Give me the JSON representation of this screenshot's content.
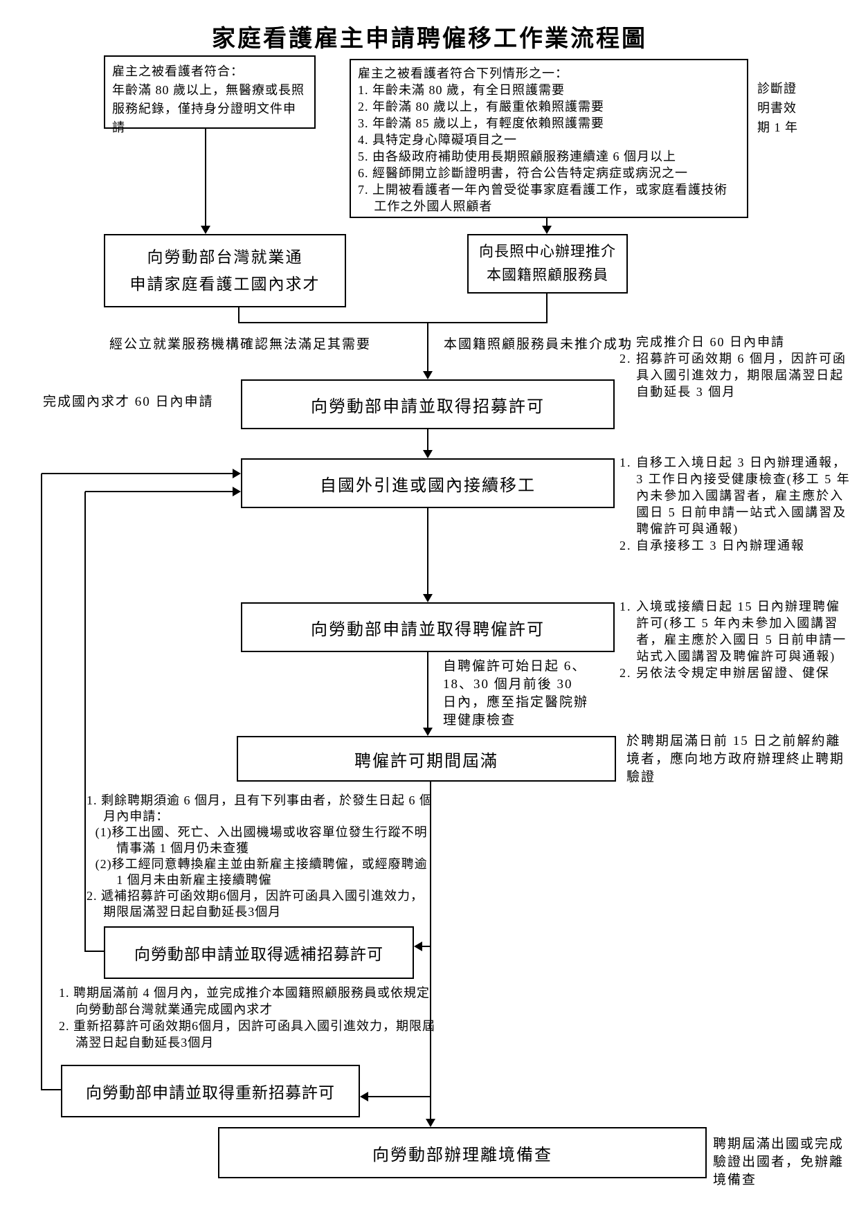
{
  "title": "家庭看護雇主申請聘僱移工作業流程圖",
  "box_simple_criteria": {
    "header": "雇主之被看護者符合：",
    "body": "年齡滿 80 歲以上，無醫療或長照服務紀錄，僅持身分證明文件申請"
  },
  "box_conditions": {
    "header": "雇主之被看護者符合下列情形之一：",
    "items": [
      "1. 年齡未滿 80 歲，有全日照護需要",
      "2. 年齡滿 80 歲以上，有嚴重依賴照護需要",
      "3. 年齡滿 85 歲以上，有輕度依賴照護需要",
      "4. 具特定身心障礙項目之一",
      "5. 由各級政府補助使用長期照顧服務連續達 6 個月以上",
      "6. 經醫師開立診斷證明書，符合公告特定病症或病況之一",
      "7. 上開被看護者一年內曾受從事家庭看護工作，或家庭看護技術工作之外國人照顧者"
    ]
  },
  "note_diagnosis_validity": "診斷證明書效期 1 年",
  "box_domestic_recruitment": {
    "line1": "向勞動部台灣就業通",
    "line2": "申請家庭看護工國內求才"
  },
  "box_ltc_referral": {
    "line1": "向長照中心辦理推介",
    "line2": "本國籍照顧服務員"
  },
  "branch_labels": {
    "left": "經公立就業服務機構確認無法滿足其需要",
    "right": "本國籍照顧服務員未推介成功"
  },
  "box_recruitment_permit": "向勞動部申請並取得招募許可",
  "label_apply_60days": "完成國內求才 60 日內申請",
  "note_recruitment_permit": {
    "item1": "1. 完成推介日 60 日內申請",
    "item2": "2. 招募許可函效期 6 個月，因許可函具入國引進效力，期限屆滿翌日起自動延長 3 個月"
  },
  "box_worker_entry": "自國外引進或國內接續移工",
  "note_worker_entry": {
    "item1": "1. 自移工入境日起 3 日內辦理通報，3 工作日內接受健康檢查(移工 5 年內未參加入國講習者，雇主應於入國日 5 日前申請一站式入國講習及聘僱許可與通報)",
    "item2": "2. 自承接移工 3 日內辦理通報"
  },
  "box_employment_permit": "向勞動部申請並取得聘僱許可",
  "note_employment_permit": {
    "item1": "1. 入境或接續日起 15 日內辦理聘僱許可(移工 5 年內未參加入國講習者，雇主應於入國日 5 日前申請一站式入國講習及聘僱許可與通報)",
    "item2": "2. 另依法令規定申辦居留證、健保"
  },
  "note_health_check": "自聘僱許可始日起 6、18、30 個月前後 30 日內，應至指定醫院辦理健康檢查",
  "box_permit_expiry": "聘僱許可期間屆滿",
  "note_early_termination": "於聘期屆滿日前 15 日之前解約離境者，應向地方政府辦理終止聘期驗證",
  "note_replacement_cases": {
    "item1": "1. 剩餘聘期須逾 6 個月，且有下列事由者，於發生日起 6 個月內申請：",
    "sub1": "(1)移工出國、死亡、入出國機場或收容單位發生行蹤不明情事滿 1 個月仍未查獲",
    "sub2": "(2)移工經同意轉換雇主並由新雇主接續聘僱，或經廢聘逾 1 個月未由新雇主接續聘僱",
    "item2": "2. 遞補招募許可函效期6個月，因許可函具入國引進效力，期限屆滿翌日起自動延長3個月"
  },
  "box_replacement_permit": "向勞動部申請並取得遞補招募許可",
  "note_rerecruitment_cases": {
    "item1": "1. 聘期屆滿前 4 個月內，並完成推介本國籍照顧服務員或依規定向勞動部台灣就業通完成國內求才",
    "item2": "2. 重新招募許可函效期6個月，因許可函具入國引進效力，期限屆滿翌日起自動延長3個月"
  },
  "box_rerecruitment_permit": "向勞動部申請並取得重新招募許可",
  "box_departure_registration": "向勞動部辦理離境備查",
  "note_departure_exempt": "聘期屆滿出國或完成驗證出國者，免辦離境備查"
}
